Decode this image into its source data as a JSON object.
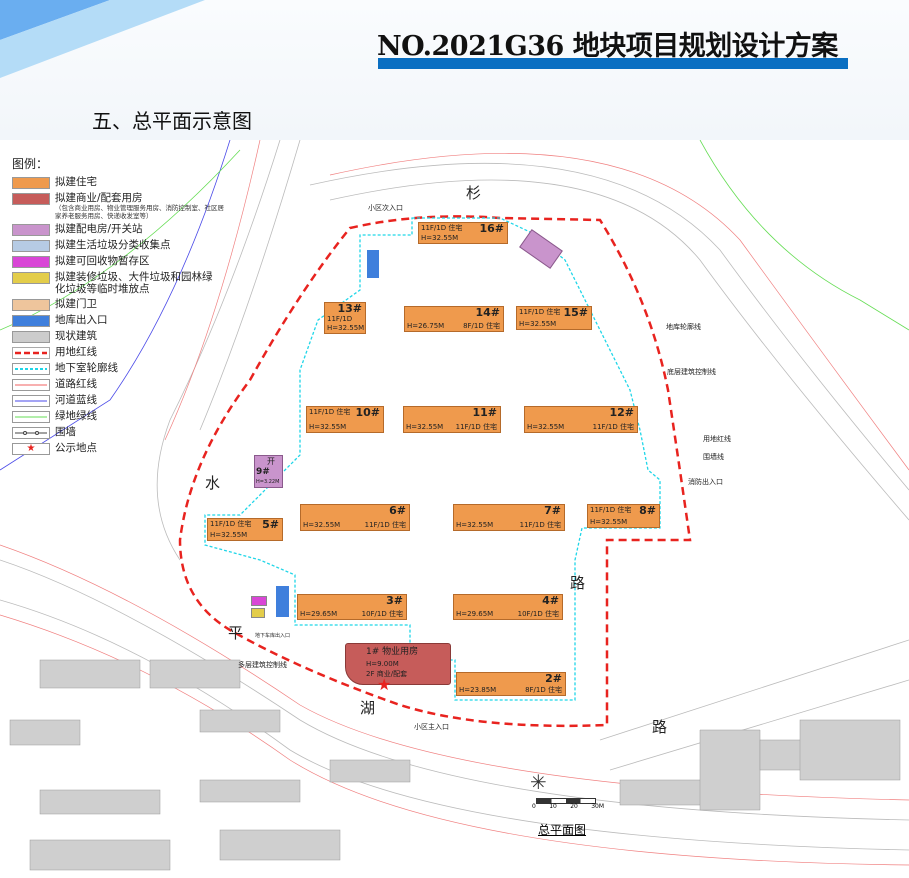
{
  "header": {
    "title": "NO.2021G36 地块项目规划设计方案",
    "section": "五、总平面示意图"
  },
  "legend": {
    "heading": "图例：",
    "items": [
      {
        "label": "拟建住宅",
        "color": "#ef9a4d"
      },
      {
        "label": "拟建商业/配套用房",
        "note": "（包含商业用房、物业管理服务用房、消防控制室、社区居家养老服务用房、快递收发室等）",
        "color": "#c65c5a"
      },
      {
        "label": "拟建配电房/开关站",
        "color": "#c994cc"
      },
      {
        "label": "拟建生活垃圾分类收集点",
        "color": "#b6cbe4"
      },
      {
        "label": "拟建可回收物暂存区",
        "color": "#d946d6"
      },
      {
        "label": "拟建装修垃圾、大件垃圾和园林绿化垃圾等临时堆放点",
        "color": "#e3cd4a"
      },
      {
        "label": "拟建门卫",
        "color": "#eec59c"
      },
      {
        "label": "地库出入口",
        "color": "#3f7fdc"
      },
      {
        "label": "现状建筑",
        "color": "#cccccc"
      },
      {
        "label": "用地红线",
        "color": "#e8231f"
      },
      {
        "label": "地下室轮廓线",
        "color": "#1fd6e8"
      },
      {
        "label": "道路红线",
        "color": "#f06060"
      },
      {
        "label": "河道蓝线",
        "color": "#4a4ae8"
      },
      {
        "label": "绿地绿线",
        "color": "#66dd55"
      },
      {
        "label": "围墙",
        "color": "#444444"
      },
      {
        "label": "公示地点",
        "color": "#e8231f"
      }
    ]
  },
  "roads": {
    "shan": "杉",
    "shui": "水",
    "ping": "平",
    "hu": "湖",
    "lu1": "路",
    "lu2": "路"
  },
  "buildings": [
    {
      "no": "16#",
      "h": "H=32.55M",
      "f": "11F/1D 住宅"
    },
    {
      "no": "13#",
      "h": "H=32.55M",
      "f": "11F/1D"
    },
    {
      "no": "14#",
      "h": "H=26.75M",
      "f": "8F/1D 住宅"
    },
    {
      "no": "15#",
      "h": "H=32.55M",
      "f": "11F/1D 住宅"
    },
    {
      "no": "10#",
      "h": "H=32.55M",
      "f": "11F/1D 住宅"
    },
    {
      "no": "11#",
      "h": "H=32.55M",
      "f": "11F/1D 住宅"
    },
    {
      "no": "12#",
      "h": "H=32.55M",
      "f": "11F/1D 住宅"
    },
    {
      "no": "5#",
      "h": "H=32.55M",
      "f": "11F/1D 住宅"
    },
    {
      "no": "6#",
      "h": "H=32.55M",
      "f": "11F/1D 住宅"
    },
    {
      "no": "7#",
      "h": "H=32.55M",
      "f": "11F/1D 住宅"
    },
    {
      "no": "8#",
      "h": "H=32.55M",
      "f": "11F/1D 住宅"
    },
    {
      "no": "3#",
      "h": "H=29.65M",
      "f": "10F/1D 住宅"
    },
    {
      "no": "4#",
      "h": "H=29.65M",
      "f": "10F/1D 住宅"
    },
    {
      "no": "2#",
      "h": "H=23.85M",
      "f": "8F/1D 住宅"
    }
  ],
  "commercial": {
    "no": "1# 物业用房",
    "h": "H=9.00M",
    "f": "2F 商业/配套"
  },
  "substation": {
    "kai": "开",
    "no": "9#",
    "h": "H=3.22M"
  },
  "annotations": {
    "basement": "地库轮廓线",
    "podium": "底层建筑控制线",
    "redline": "用地红线",
    "wall": "围墙线",
    "multi": "多层建筑控制线",
    "main_entry": "小区主入口",
    "fire_entry": "消防出入口",
    "secondary_entry": "小区次入口",
    "garage_entry": "地下车库出入口"
  },
  "scale": {
    "ticks": [
      "0",
      "10",
      "20",
      "30M"
    ],
    "caption": "总平面图"
  }
}
